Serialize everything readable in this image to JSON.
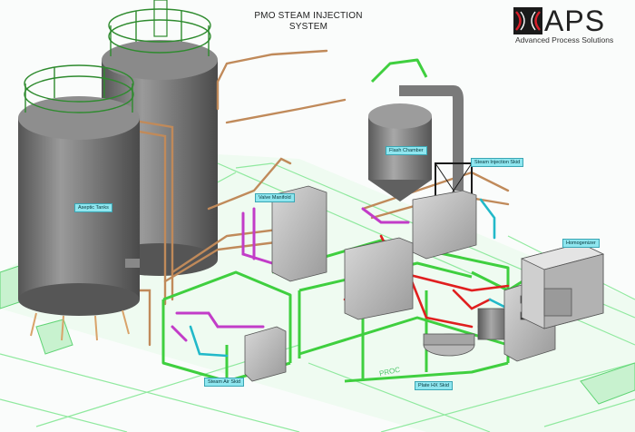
{
  "title": {
    "line1": "PMO STEAM INJECTION",
    "line2": "SYSTEM"
  },
  "logo": {
    "word": "APS",
    "subtitle": "Advanced Process Solutions"
  },
  "labels": {
    "aseptic_tanks": "Aseptic Tanks",
    "valve_manifold": "Valve Manifold",
    "flash_chamber": "Flash Chamber",
    "steam_injection_skid": "Steam Injection Skid",
    "homogenizer": "Homogenizer",
    "steam_air_skid": "Steam Air Skid",
    "plate_hx_skid": "Plate HX Skid",
    "floor_proc": "PROC"
  },
  "colors": {
    "tank_body": "#7b7b7b",
    "frame_green": "#3fcf3f",
    "pipe_copper": "#c08a5a",
    "pipe_magenta": "#c23cc8",
    "pipe_red": "#e01f1f",
    "pipe_cyan": "#22b9c9",
    "floor_green": "#8fe8a0",
    "label_bg": "#8fe6ef"
  }
}
